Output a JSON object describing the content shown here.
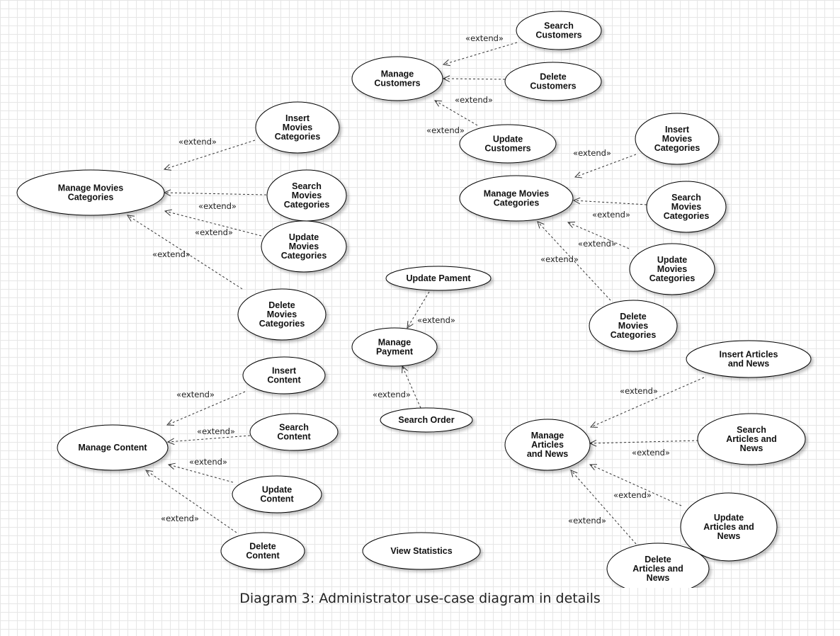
{
  "caption": "Diagram 3: Administrator use-case diagram in details",
  "extend_label": "«extend»",
  "use_cases": {
    "manage_movies_left": [
      "Manage Movies",
      "Categories"
    ],
    "insert_movies_left": [
      "Insert",
      "Movies",
      "Categories"
    ],
    "search_movies_left": [
      "Search",
      "Movies",
      "Categories"
    ],
    "update_movies_left": [
      "Update",
      "Movies",
      "Categories"
    ],
    "delete_movies_left": [
      "Delete",
      "Movies",
      "Categories"
    ],
    "manage_customers": [
      "Manage",
      "Customers"
    ],
    "search_customers": [
      "Search",
      "Customers"
    ],
    "delete_customers": [
      "Delete",
      "Customers"
    ],
    "update_customers": [
      "Update",
      "Customers"
    ],
    "manage_movies_right": [
      "Manage Movies",
      "Categories"
    ],
    "insert_movies_right": [
      "Insert",
      "Movies",
      "Categories"
    ],
    "search_movies_right": [
      "Search",
      "Movies",
      "Categories"
    ],
    "update_movies_right": [
      "Update",
      "Movies",
      "Categories"
    ],
    "delete_movies_right": [
      "Delete",
      "Movies",
      "Categories"
    ],
    "update_payment": [
      "Update Pament"
    ],
    "manage_payment": [
      "Manage",
      "Payment"
    ],
    "search_order": [
      "Search Order"
    ],
    "manage_content": [
      "Manage Content"
    ],
    "insert_content": [
      "Insert",
      "Content"
    ],
    "search_content": [
      "Search",
      "Content"
    ],
    "update_content": [
      "Update",
      "Content"
    ],
    "delete_content": [
      "Delete",
      "Content"
    ],
    "view_statistics": [
      "View Statistics"
    ],
    "manage_articles": [
      "Manage",
      "Articles",
      "and News"
    ],
    "insert_articles": [
      "Insert  Articles",
      "and News"
    ],
    "search_articles": [
      "Search",
      "Articles and",
      "News"
    ],
    "update_articles": [
      "Update",
      "Articles and",
      "News"
    ],
    "delete_articles": [
      "Delete",
      "Articles and",
      "News"
    ]
  },
  "relations": [
    {
      "from": "insert_movies_left",
      "to": "manage_movies_left",
      "label": "«extend»"
    },
    {
      "from": "search_movies_left",
      "to": "manage_movies_left",
      "label": "«extend»"
    },
    {
      "from": "update_movies_left",
      "to": "manage_movies_left",
      "label": "«extend»"
    },
    {
      "from": "delete_movies_left",
      "to": "manage_movies_left",
      "label": "«extend»"
    },
    {
      "from": "search_customers",
      "to": "manage_customers",
      "label": "«extend»"
    },
    {
      "from": "delete_customers",
      "to": "manage_customers",
      "label": "«extend»"
    },
    {
      "from": "update_customers",
      "to": "manage_customers",
      "label": "«extend»"
    },
    {
      "from": "insert_movies_right",
      "to": "manage_movies_right",
      "label": "«extend»"
    },
    {
      "from": "search_movies_right",
      "to": "manage_movies_right",
      "label": "«extend»"
    },
    {
      "from": "update_movies_right",
      "to": "manage_movies_right",
      "label": "«extend»"
    },
    {
      "from": "delete_movies_right",
      "to": "manage_movies_right",
      "label": "«extend»"
    },
    {
      "from": "update_payment",
      "to": "manage_payment",
      "label": "«extend»"
    },
    {
      "from": "search_order",
      "to": "manage_payment",
      "label": "«extend»"
    },
    {
      "from": "insert_content",
      "to": "manage_content",
      "label": "«extend»"
    },
    {
      "from": "search_content",
      "to": "manage_content",
      "label": "«extend»"
    },
    {
      "from": "update_content",
      "to": "manage_content",
      "label": "«extend»"
    },
    {
      "from": "delete_content",
      "to": "manage_content",
      "label": "«extend»"
    },
    {
      "from": "insert_articles",
      "to": "manage_articles",
      "label": "«extend»"
    },
    {
      "from": "search_articles",
      "to": "manage_articles",
      "label": "«extend»"
    },
    {
      "from": "update_articles",
      "to": "manage_articles",
      "label": "«extend»"
    },
    {
      "from": "delete_articles",
      "to": "manage_articles",
      "label": "«extend»"
    }
  ]
}
